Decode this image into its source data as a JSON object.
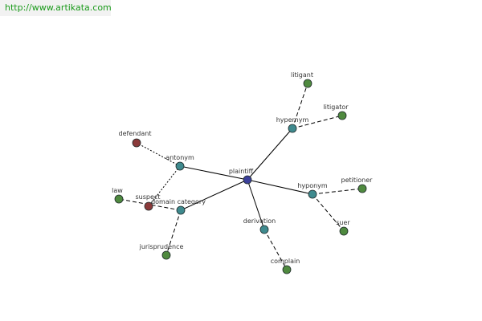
{
  "watermark": "http://www.artikata.com",
  "colors": {
    "center": "#3b3f9a",
    "relation": "#3f8a8e",
    "leaf": "#4f8a3f",
    "antonym_leaf": "#8a3a3a",
    "label": "#333333",
    "watermark": "#1a9a1a"
  },
  "graph": {
    "nodes": [
      {
        "id": "plaintiff",
        "label": "plaintiff",
        "kind": "center"
      },
      {
        "id": "hypernym",
        "label": "hypernym",
        "kind": "relation"
      },
      {
        "id": "antonym",
        "label": "antonym",
        "kind": "relation"
      },
      {
        "id": "domain_category",
        "label": "domain category",
        "kind": "relation"
      },
      {
        "id": "hyponym",
        "label": "hyponym",
        "kind": "relation"
      },
      {
        "id": "derivation",
        "label": "derivation",
        "kind": "relation"
      },
      {
        "id": "litigant",
        "label": "litigant",
        "kind": "leaf"
      },
      {
        "id": "litigator",
        "label": "litigator",
        "kind": "leaf"
      },
      {
        "id": "defendant",
        "label": "defendant",
        "kind": "antonym_leaf"
      },
      {
        "id": "suspect",
        "label": "suspect",
        "kind": "antonym_leaf"
      },
      {
        "id": "law",
        "label": "law",
        "kind": "leaf"
      },
      {
        "id": "jurisprudence",
        "label": "jurisprudence",
        "kind": "leaf"
      },
      {
        "id": "petitioner",
        "label": "petitioner",
        "kind": "leaf"
      },
      {
        "id": "suer",
        "label": "suer",
        "kind": "leaf"
      },
      {
        "id": "complain",
        "label": "complain",
        "kind": "leaf"
      }
    ],
    "edges": [
      {
        "from": "plaintiff",
        "to": "hypernym",
        "style": "solid"
      },
      {
        "from": "plaintiff",
        "to": "antonym",
        "style": "solid"
      },
      {
        "from": "plaintiff",
        "to": "domain_category",
        "style": "solid"
      },
      {
        "from": "plaintiff",
        "to": "hyponym",
        "style": "solid"
      },
      {
        "from": "plaintiff",
        "to": "derivation",
        "style": "solid"
      },
      {
        "from": "hypernym",
        "to": "litigant",
        "style": "dashed"
      },
      {
        "from": "hypernym",
        "to": "litigator",
        "style": "dashed"
      },
      {
        "from": "antonym",
        "to": "defendant",
        "style": "dotted"
      },
      {
        "from": "antonym",
        "to": "suspect",
        "style": "dotted"
      },
      {
        "from": "domain_category",
        "to": "law",
        "style": "dashed"
      },
      {
        "from": "domain_category",
        "to": "jurisprudence",
        "style": "dashed"
      },
      {
        "from": "hyponym",
        "to": "petitioner",
        "style": "dashed"
      },
      {
        "from": "hyponym",
        "to": "suer",
        "style": "dashed"
      },
      {
        "from": "derivation",
        "to": "complain",
        "style": "dashed"
      }
    ]
  }
}
